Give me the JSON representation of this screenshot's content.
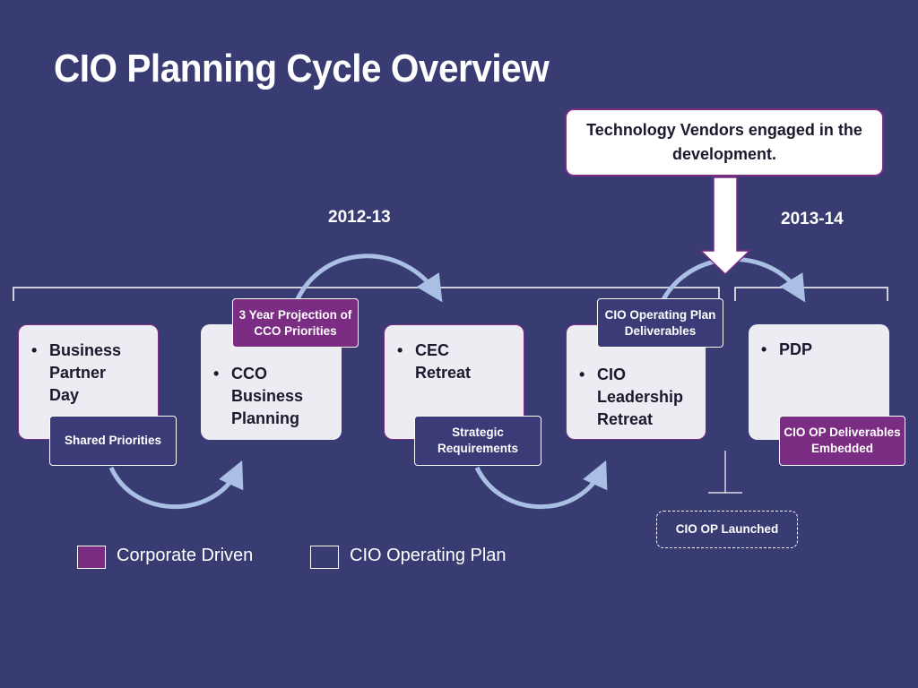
{
  "title": "CIO Planning Cycle Overview",
  "callout": "Technology Vendors engaged in the development.",
  "years": {
    "left": "2012-13",
    "right": "2013-14"
  },
  "cards": {
    "business_partner_day": "Business Partner Day",
    "cco_business_planning": "CCO Business Planning",
    "cec_retreat": "CEC Retreat",
    "cio_leadership_retreat": "CIO Leadership Retreat",
    "pdp": "PDP"
  },
  "tags": {
    "shared_priorities": "Shared Priorities",
    "three_year_projection": "3 Year Projection of CCO Priorities",
    "strategic_requirements": "Strategic Requirements",
    "cio_operating_plan_deliverables": "CIO Operating Plan Deliverables",
    "cio_op_deliverables_embedded": "CIO OP Deliverables Embedded",
    "cio_op_launched": "CIO OP Launched"
  },
  "legend": {
    "corporate_driven": "Corporate Driven",
    "cio_operating_plan": "CIO Operating Plan"
  },
  "colors": {
    "background": "#383c73",
    "corporate_purple": "#7b2d83",
    "cio_navy": "#3b3b78",
    "arc": "#a9bfe3",
    "card": "#ececf2"
  }
}
